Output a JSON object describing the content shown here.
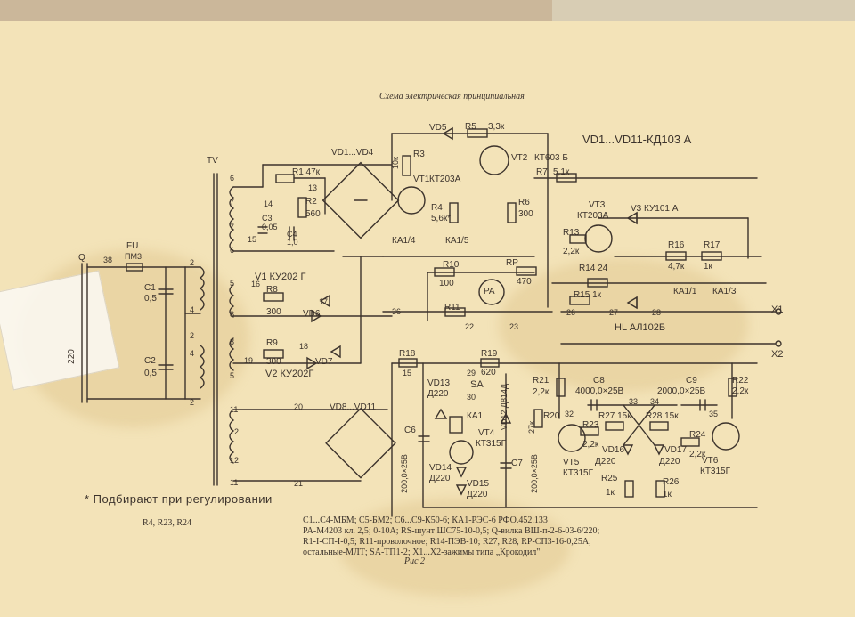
{
  "title": "Схема электрическая принципиальная",
  "diode_note": "VD1...VD11-КД103 А",
  "components": {
    "transformer": "TV",
    "input_switch": "Q",
    "fuse": "FU",
    "fuse_type": "ПМ3",
    "mains": "220",
    "c1": "C1",
    "c1_value": "0,5",
    "c2": "C2",
    "c2_value": "0,5",
    "r1": "R1 47к",
    "r2": "R2",
    "r2_value": "560",
    "c3": "C3",
    "c3_value": "0,05",
    "c4": "C4",
    "c4_value": "1,0",
    "vd1_vd4": "VD1...VD4",
    "vd5": "VD5",
    "r5": "R5",
    "r5_value": "3,3к",
    "r3": "R3",
    "r3_value": "10к",
    "vt1": "VT1",
    "vt1_type": "КТ203А",
    "vt2": "VT2",
    "vt2_type": "КТ603 Б",
    "r4": "R4",
    "r4_value": "5,6к*",
    "r6": "R6",
    "r6_value": "300",
    "r7": "R7",
    "r7_value": "5,1к",
    "vt3": "VT3",
    "vt3_type": "КТ203А",
    "v3": "V3 КУ101 А",
    "r13": "R13",
    "r13_value": "2,2к",
    "r16": "R16",
    "r16_value": "4,7к",
    "r17": "R17",
    "r17_value": "1к",
    "ka1_4": "КА1/4",
    "ka1_5": "КА1/5",
    "r10": "R10",
    "r10_value": "100",
    "rp": "RP",
    "rp_value": "470",
    "pa": "PA",
    "r11": "R11",
    "r14": "R14 24",
    "r15": "R15 1к",
    "hl": "HL АЛ102Б",
    "ka1_1": "КА1/1",
    "ka1_3": "КА1/3",
    "x1": "X1",
    "x2": "X2",
    "v1": "V1 КУ202 Г",
    "v2": "V2 КУ202Г",
    "r8": "R8",
    "r8_value": "300",
    "vd6": "VD6",
    "r9": "R9",
    "r9_value": "300",
    "vd7": "VD7",
    "r18": "R18",
    "r19": "R19",
    "r19_value": "620",
    "vd13": "VD13",
    "vd13_type": "Д220",
    "sa": "SA",
    "ka1": "КА1",
    "vd12": "VD12 Д814Д",
    "vt4": "VT4",
    "vt4_type": "КТ315Г",
    "vd14": "VD14",
    "vd14_type": "Д220",
    "vd15": "VD15",
    "vd15_type": "Д220",
    "c6": "C6",
    "c6_value": "200,0×25В",
    "c7": "C7",
    "c7_value": "200,0×25В",
    "r20": "R20",
    "r20_value": "27к",
    "r21": "R21",
    "r21_value": "2,2к",
    "c8": "C8",
    "c8_value": "4000,0×25В",
    "c9": "C9",
    "c9_value": "2000,0×25В",
    "r22": "R22",
    "r22_value": "2,2к",
    "r23": "R23",
    "r23_value": "2,2к",
    "r24": "R24",
    "r24_value": "2,2к",
    "r25": "R25",
    "r25_value": "1к",
    "r26": "R26",
    "r26_value": "1к",
    "r27": "R27 15к",
    "r28": "R28 15к",
    "vd16": "VD16",
    "vd16_type": "Д220",
    "vd17": "VD17",
    "vd17_type": "Д220",
    "vt5": "VT5",
    "vt5_type": "КТ315Г",
    "vt6": "VT6",
    "vt6_type": "КТ315Г",
    "vd8_vd11": "VD8...VD11"
  },
  "nodes": [
    "38",
    "2",
    "4",
    "2",
    "4",
    "2",
    "6",
    "7",
    "7",
    "6",
    "14",
    "13",
    "15",
    "5",
    "16",
    "17",
    "8",
    "36",
    "8",
    "18",
    "19",
    "5",
    "11",
    "12",
    "12",
    "11",
    "20",
    "21",
    "22",
    "23",
    "26",
    "27",
    "28",
    "29",
    "30",
    "32",
    "33",
    "34",
    "35",
    "15"
  ],
  "note": "* Подбирают при регулировании",
  "tuned_parts": "R4, R23, R24",
  "spec_lines": [
    "C1...C4-МБМ; C5-БМ2; C6...C9-К50-6; КА1-РЭС-6 РФО.452.133",
    "PA-M4203 кл. 2,5; 0-10А; RS-шунт ШС75-10-0,5; Q-вилка ВШ-п-2-6-03-6/220;",
    "R1-I-СП-I-0,5; R11-проволочное; R14-ПЭВ-10; R27, R28, RP-СП3-16-0,25А;",
    "остальные-МЛТ; SA-ТП1-2; X1...X2-зажимы типа „Крокодил\""
  ],
  "figure_label": "Рис 2",
  "colors": {
    "paper": "#f3e3b8",
    "ink": "#3c332c",
    "stain": "#d9b878"
  }
}
